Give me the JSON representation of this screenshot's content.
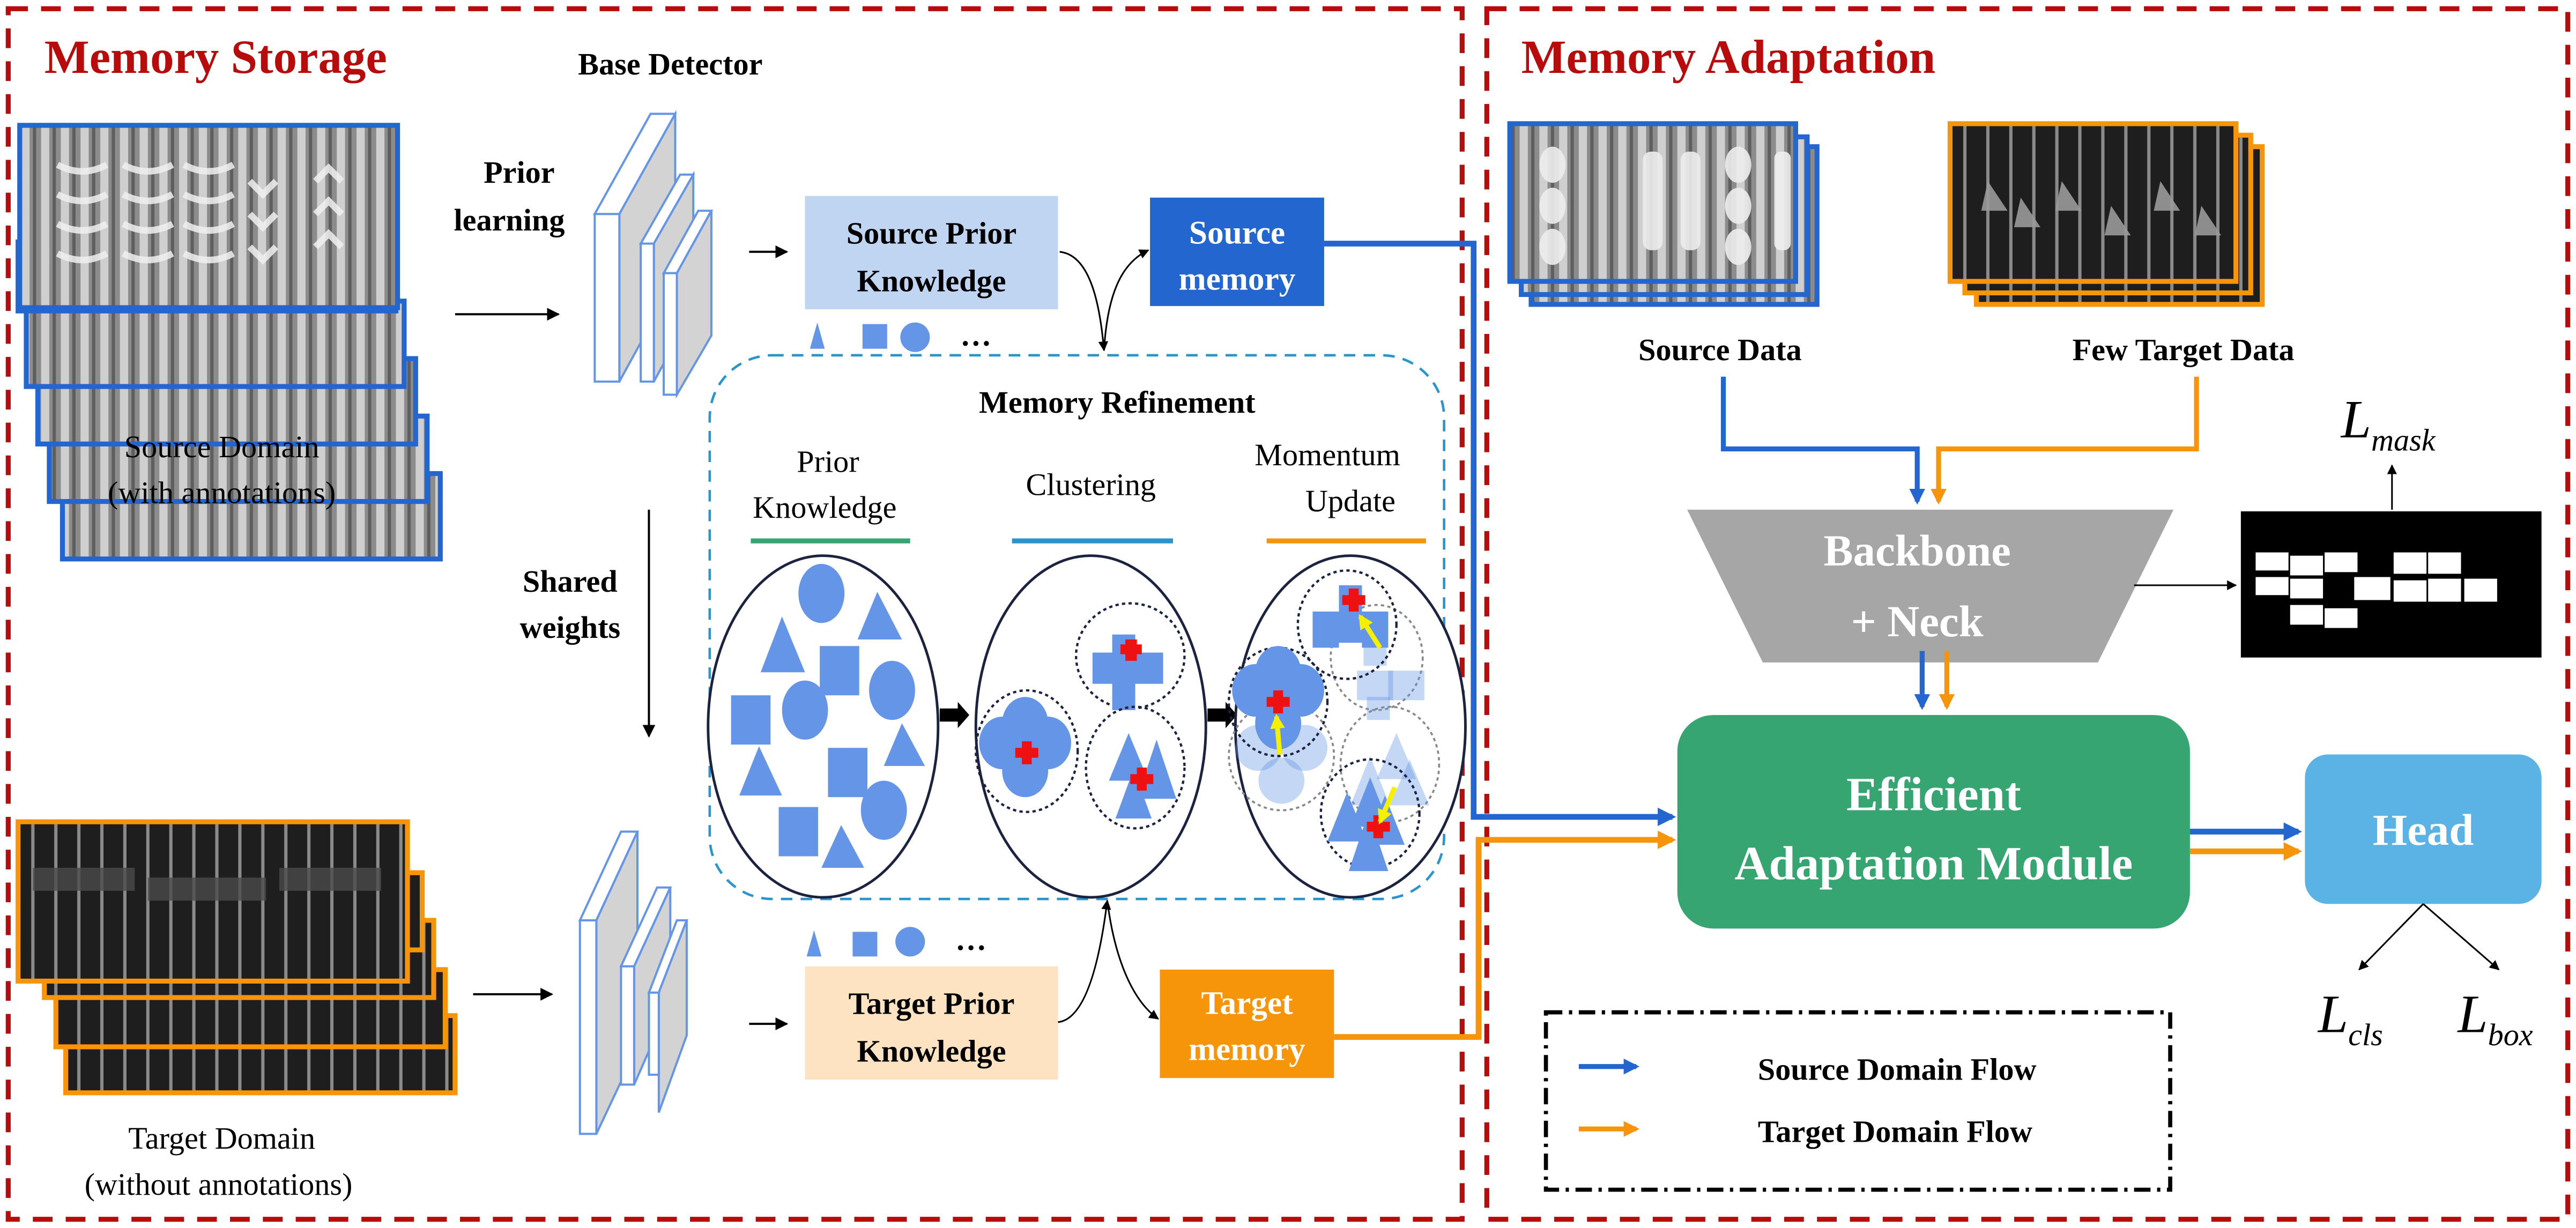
{
  "colors": {
    "panel_border": "#b80c0c",
    "source_flow": "#2366cf",
    "target_flow": "#f7950a",
    "source_prior_bg": "#bfd5f2",
    "target_prior_bg": "#fde3c2",
    "source_memory_bg": "#2366cf",
    "target_memory_bg": "#f7950a",
    "refinement_border": "#2a94cc",
    "shape_fill": "#6495e6",
    "backbone_fill": "#a6a6a6",
    "eam_fill": "#36a572",
    "head_fill": "#5ab3e4",
    "centroid": "#ee1111",
    "momentum_arrow": "#f5f000",
    "underline_prior": "#36a572",
    "underline_cluster": "#2a94cc",
    "underline_momentum": "#f7950a"
  },
  "memory_storage": {
    "title": "Memory Storage",
    "base_detector_label": "Base Detector",
    "prior_learning_label": [
      "Prior",
      "learning"
    ],
    "shared_weights_label": [
      "Shared",
      "weights"
    ],
    "source_domain_caption": [
      "Source Domain",
      "(with annotations)"
    ],
    "target_domain_caption": [
      "Target Domain",
      "(without annotations)"
    ],
    "source_prior_box": [
      "Source Prior",
      "Knowledge"
    ],
    "target_prior_box": [
      "Target Prior",
      "Knowledge"
    ],
    "source_memory_box": [
      "Source",
      "memory"
    ],
    "target_memory_box": [
      "Target",
      "memory"
    ],
    "ellipsis": "…",
    "refinement": {
      "title": "Memory Refinement",
      "stages": [
        {
          "label": [
            "Prior",
            "Knowledge"
          ]
        },
        {
          "label": [
            "Clustering"
          ]
        },
        {
          "label": [
            "Momentum",
            "Update"
          ]
        }
      ]
    }
  },
  "memory_adaptation": {
    "title": "Memory Adaptation",
    "source_data_label": "Source Data",
    "few_target_data_label": "Few Target Data",
    "backbone_label": [
      "Backbone",
      "+ Neck"
    ],
    "eam_label": [
      "Efficient",
      "Adaptation Module"
    ],
    "head_label": "Head",
    "losses": {
      "mask": {
        "main": "L",
        "sub": "mask"
      },
      "cls": {
        "main": "L",
        "sub": "cls"
      },
      "box": {
        "main": "L",
        "sub": "box"
      }
    },
    "legend": [
      {
        "label": "Source Domain Flow",
        "color": "#2366cf"
      },
      {
        "label": "Target Domain Flow",
        "color": "#f7950a"
      }
    ]
  }
}
